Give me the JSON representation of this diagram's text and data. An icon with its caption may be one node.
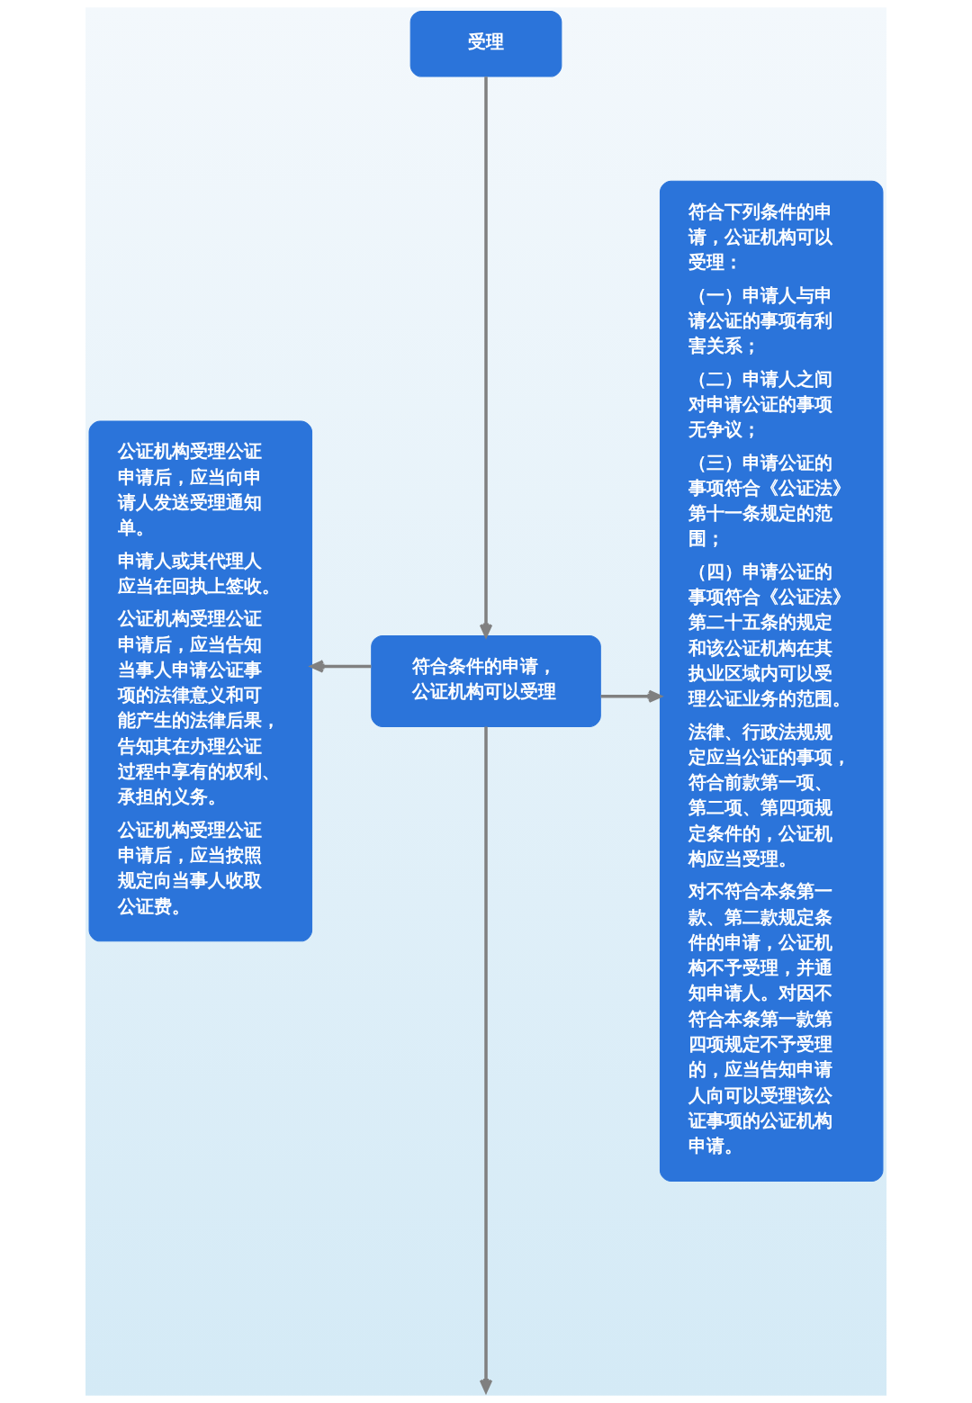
{
  "diagram": {
    "nodes": [
      {
        "text": [
          "受理"
        ]
      },
      {
        "text": [
          "符合条件的申请，公证机构可以受理"
        ]
      },
      {
        "text": [
          "公证机构受理公证申请后，应当向申请人发送受理通知单。",
          "申请人或其代理人应当在回执上签收。",
          "公证机构受理公证申请后，应当告知当事人申请公证事项的法律意义和可能产生的法律后果，告知其在办理公证过程中享有的权利、承担的义务。",
          "公证机构受理公证申请后，应当按照规定向当事人收取公证费。"
        ]
      },
      {
        "text": [
          "符合下列条件的申请，公证机构可以受理：",
          "（一）申请人与申请公证的事项有利害关系；",
          "（二）申请人之间对申请公证的事项无争议；",
          "（三）申请公证的事项符合《公证法》第十一条规定的范围；",
          "（四）申请公证的事项符合《公证法》第二十五条的规定和该公证机构在其执业区域内可以受理公证业务的范围。",
          "法律、行政法规规定应当公证的事项，符合前款第一项、第二项、第四项规定条件的，公证机构应当受理。",
          "对不符合本条第一款、第二款规定条件的申请，公证机构不予受理，并通知申请人。对因不符合本条第一款第四项规定不予受理的，应当告知申请人向可以受理该公证事项的公证机构申请。"
        ]
      }
    ],
    "edges": [
      {
        "from": 0,
        "to": 1,
        "arrow": "to"
      },
      {
        "from": 1,
        "to": 2,
        "arrow": "to"
      },
      {
        "from": 1,
        "to": 3,
        "arrow": "to"
      },
      {
        "from": 1,
        "to": null,
        "arrow": "to"
      }
    ]
  }
}
